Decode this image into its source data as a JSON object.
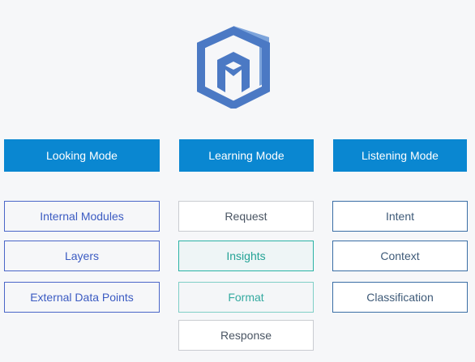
{
  "modes": {
    "looking": "Looking Mode",
    "learning": "Learning Mode",
    "listening": "Listening Mode"
  },
  "looking_items": [
    "Internal Modules",
    "Layers",
    "External Data Points"
  ],
  "learning_items": [
    "Request",
    "Insights",
    "Format",
    "Response"
  ],
  "listening_items": [
    "Intent",
    "Context",
    "Classification"
  ],
  "colors": {
    "accent": "#0a87d1",
    "logo": "#4b79c4",
    "teal": "#2bb3a5",
    "blue_border": "#4a66c8"
  },
  "icons": {
    "logo": "hexagon-monogram-logo-icon"
  }
}
